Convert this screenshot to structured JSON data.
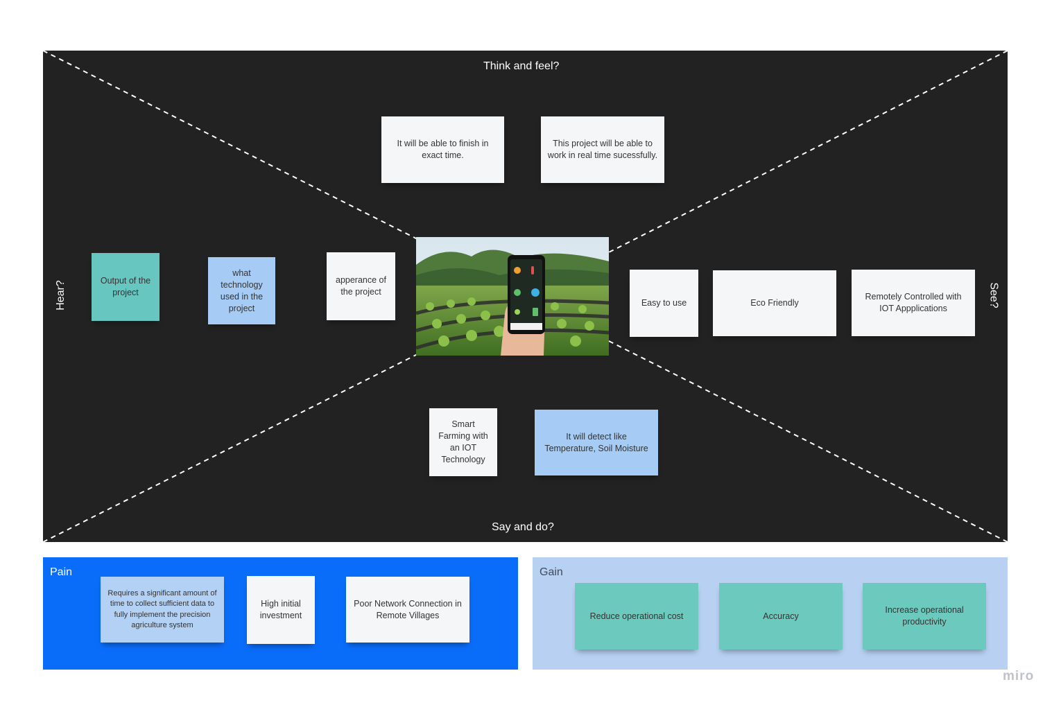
{
  "empathy_map": {
    "think_and_feel": "Think and feel?",
    "say_and_do": "Say and do?",
    "hear": "Hear?",
    "see": "See?",
    "think_notes": [
      "It will be able to finish in exact time.",
      "This project will be able to work in real time sucessfully."
    ],
    "hear_notes": [
      "Output of the project",
      "what technology used in the project",
      "apperance of the project"
    ],
    "see_notes": [
      "Easy to use",
      "Eco Friendly",
      "Remotely Controlled with IOT Appplications"
    ],
    "say_notes": [
      "Smart Farming with an IOT Technology",
      "It will detect like Temperature, Soil Moisture"
    ]
  },
  "pain": {
    "title": "Pain",
    "notes": [
      "Requires a significant amount of time to collect sufficient data to fully implement the precision agriculture system",
      "High initial investment",
      "Poor Network Connection in Remote Villages"
    ]
  },
  "gain": {
    "title": "Gain",
    "notes": [
      "Reduce operational cost",
      "Accuracy",
      "Increase operational productivity"
    ]
  },
  "branding": {
    "logo": "miro"
  },
  "colors": {
    "board": "#222222",
    "pain_panel": "#0a6dfa",
    "gain_panel": "#b8d1f3",
    "sticky_white": "#f5f6f8",
    "sticky_green": "#67c6c0",
    "sticky_blue": "#a6ccf5"
  }
}
